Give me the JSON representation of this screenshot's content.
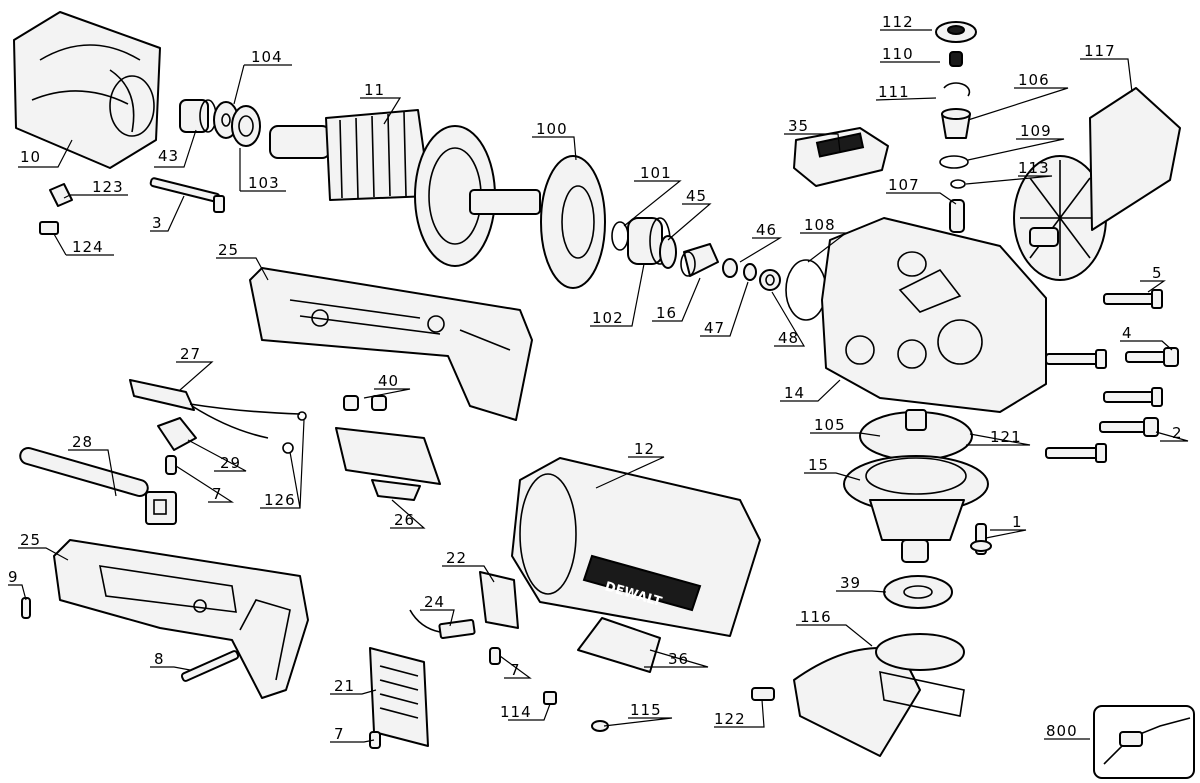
{
  "brand": "DEWALT",
  "callouts": [
    {
      "id": "c10",
      "text": "10"
    },
    {
      "id": "c104",
      "text": "104"
    },
    {
      "id": "c43",
      "text": "43"
    },
    {
      "id": "c103",
      "text": "103"
    },
    {
      "id": "c11",
      "text": "11"
    },
    {
      "id": "c100",
      "text": "100"
    },
    {
      "id": "c101",
      "text": "101"
    },
    {
      "id": "c45",
      "text": "45"
    },
    {
      "id": "c46",
      "text": "46"
    },
    {
      "id": "c108",
      "text": "108"
    },
    {
      "id": "c102",
      "text": "102"
    },
    {
      "id": "c16",
      "text": "16"
    },
    {
      "id": "c47",
      "text": "47"
    },
    {
      "id": "c48",
      "text": "48"
    },
    {
      "id": "c112",
      "text": "112"
    },
    {
      "id": "c110",
      "text": "110"
    },
    {
      "id": "c111",
      "text": "111"
    },
    {
      "id": "c106",
      "text": "106"
    },
    {
      "id": "c109",
      "text": "109"
    },
    {
      "id": "c113",
      "text": "113"
    },
    {
      "id": "c107",
      "text": "107"
    },
    {
      "id": "c35",
      "text": "35"
    },
    {
      "id": "c117",
      "text": "117"
    },
    {
      "id": "c123",
      "text": "123"
    },
    {
      "id": "c124",
      "text": "124"
    },
    {
      "id": "c3",
      "text": "3"
    },
    {
      "id": "c25a",
      "text": "25"
    },
    {
      "id": "c5",
      "text": "5"
    },
    {
      "id": "c4",
      "text": "4"
    },
    {
      "id": "c14",
      "text": "14"
    },
    {
      "id": "c2",
      "text": "2"
    },
    {
      "id": "c105",
      "text": "105"
    },
    {
      "id": "c121",
      "text": "121"
    },
    {
      "id": "c15",
      "text": "15"
    },
    {
      "id": "c1",
      "text": "1"
    },
    {
      "id": "c27",
      "text": "27"
    },
    {
      "id": "c40",
      "text": "40"
    },
    {
      "id": "c28",
      "text": "28"
    },
    {
      "id": "c29",
      "text": "29"
    },
    {
      "id": "c7a",
      "text": "7"
    },
    {
      "id": "c126",
      "text": "126"
    },
    {
      "id": "c26",
      "text": "26"
    },
    {
      "id": "c12",
      "text": "12"
    },
    {
      "id": "c25b",
      "text": "25"
    },
    {
      "id": "c9",
      "text": "9"
    },
    {
      "id": "c22",
      "text": "22"
    },
    {
      "id": "c24",
      "text": "24"
    },
    {
      "id": "c7b",
      "text": "7"
    },
    {
      "id": "c36",
      "text": "36"
    },
    {
      "id": "c39",
      "text": "39"
    },
    {
      "id": "c116",
      "text": "116"
    },
    {
      "id": "c8",
      "text": "8"
    },
    {
      "id": "c21",
      "text": "21"
    },
    {
      "id": "c7c",
      "text": "7"
    },
    {
      "id": "c114",
      "text": "114"
    },
    {
      "id": "c115",
      "text": "115"
    },
    {
      "id": "c122",
      "text": "122"
    },
    {
      "id": "c800",
      "text": "800"
    }
  ]
}
